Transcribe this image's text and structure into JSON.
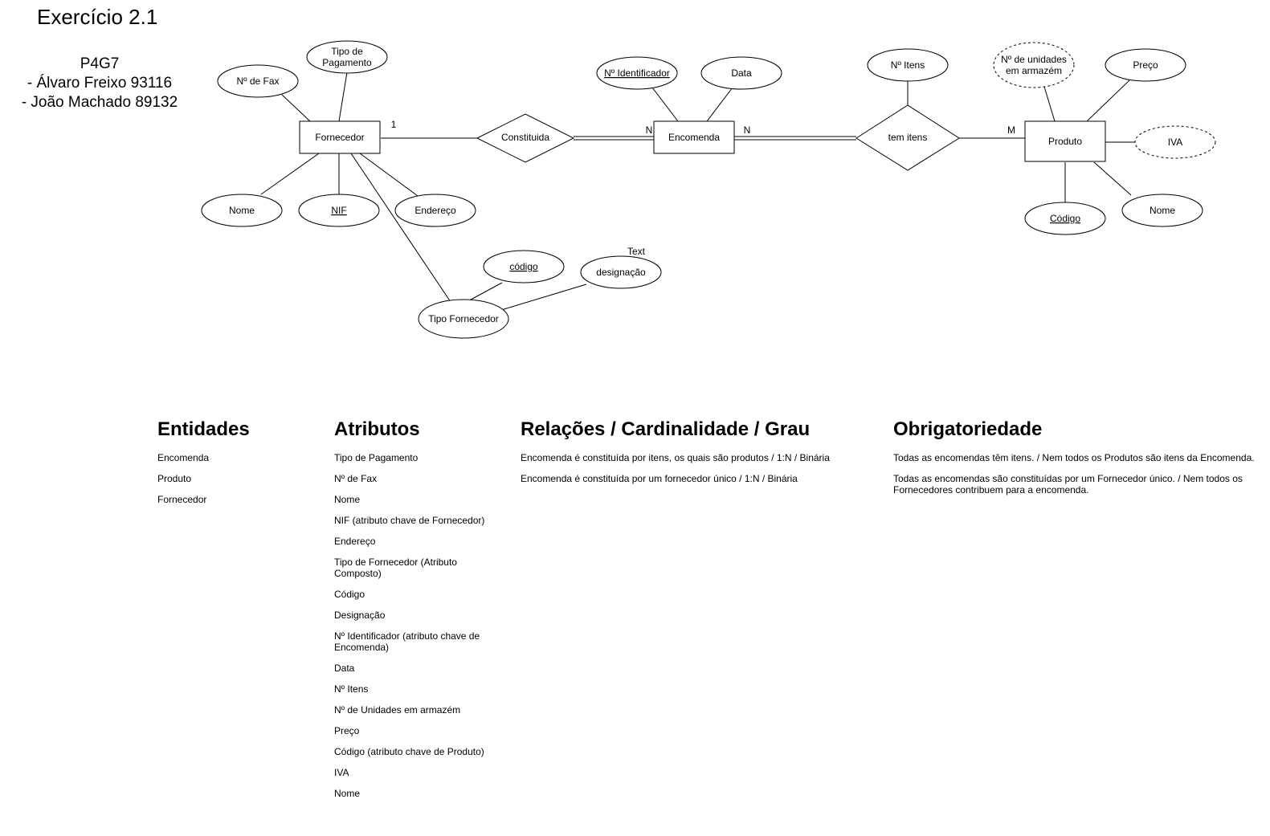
{
  "title": "Exercício 2.1",
  "group": [
    "P4G7",
    "- Álvaro Freixo 93116",
    "- João Machado 89132"
  ],
  "diagram": {
    "entities": {
      "fornecedor": "Fornecedor",
      "encomenda": "Encomenda",
      "produto": "Produto"
    },
    "relationships": {
      "constituida": "Constituida",
      "tem_itens": "tem itens"
    },
    "attributes": {
      "tipo_pagamento_l1": "Tipo de",
      "tipo_pagamento_l2": "Pagamento",
      "n_fax": "Nº de Fax",
      "nome_fornecedor": "Nome",
      "nif": "NIF",
      "endereco": "Endereço",
      "tipo_fornecedor": "Tipo Fornecedor",
      "codigo_tipo": "código",
      "designacao": "designação",
      "n_identificador": "Nº Identificador",
      "data": "Data",
      "n_itens": "Nº Itens",
      "n_unidades_l1": "Nº de unidades",
      "n_unidades_l2": "em armazém",
      "preco": "Preço",
      "iva": "IVA",
      "codigo_produto": "Código",
      "nome_produto": "Nome"
    },
    "cardinalities": {
      "fornecedor_constituida": "1",
      "encomenda_constituida": "N",
      "encomenda_tem_itens": "N",
      "produto_tem_itens": "M"
    },
    "stray_text": "Text"
  },
  "sections": {
    "entidades": {
      "heading": "Entidades",
      "items": [
        "Encomenda",
        "Produto",
        "Fornecedor"
      ]
    },
    "atributos": {
      "heading": "Atributos",
      "items": [
        "Tipo de Pagamento",
        "Nº de Fax",
        "Nome",
        "NIF (atributo chave de Fornecedor)",
        "Endereço",
        "Tipo de Fornecedor (Atributo Composto)",
        "Código",
        "Designação",
        "Nº Identificador (atributo chave de Encomenda)",
        "Data",
        "Nº Itens",
        "Nº de Unidades em armazém",
        "Preço",
        "Código (atributo chave de Produto)",
        "IVA",
        "Nome"
      ]
    },
    "relacoes": {
      "heading": "Relações / Cardinalidade / Grau",
      "items": [
        "Encomenda é constituída por itens, os quais são produtos / 1:N / Binária",
        "Encomenda é constituída por um fornecedor único / 1:N / Binária"
      ]
    },
    "obrigatoriedade": {
      "heading": "Obrigatoriedade",
      "items": [
        "Todas as encomendas têm itens. / Nem todos os Produtos são itens da Encomenda.",
        "Todas as encomendas são constituídas por um Fornecedor único. / Nem todos os Fornecedores contribuem para a encomenda."
      ]
    }
  }
}
